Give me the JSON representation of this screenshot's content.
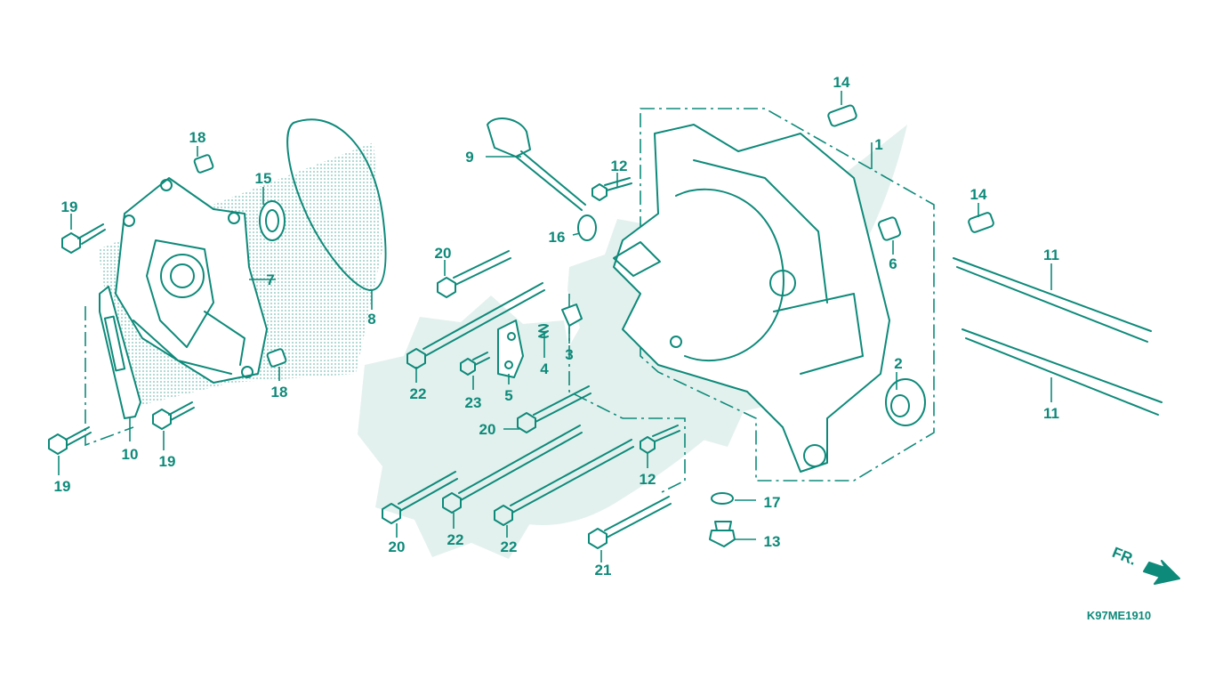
{
  "diagram": {
    "code": "K97ME1910",
    "direction_label": "FR.",
    "colors": {
      "line": "#0e8a7a",
      "watermark": "#e3f1ee",
      "background": "#ffffff"
    },
    "callouts": [
      "1",
      "2",
      "3",
      "4",
      "5",
      "6",
      "7",
      "8",
      "9",
      "10",
      "11",
      "11",
      "12",
      "12",
      "13",
      "14",
      "14",
      "15",
      "16",
      "17",
      "18",
      "18",
      "19",
      "19",
      "19",
      "19",
      "20",
      "20",
      "20",
      "21",
      "22",
      "22",
      "22",
      "23"
    ]
  }
}
